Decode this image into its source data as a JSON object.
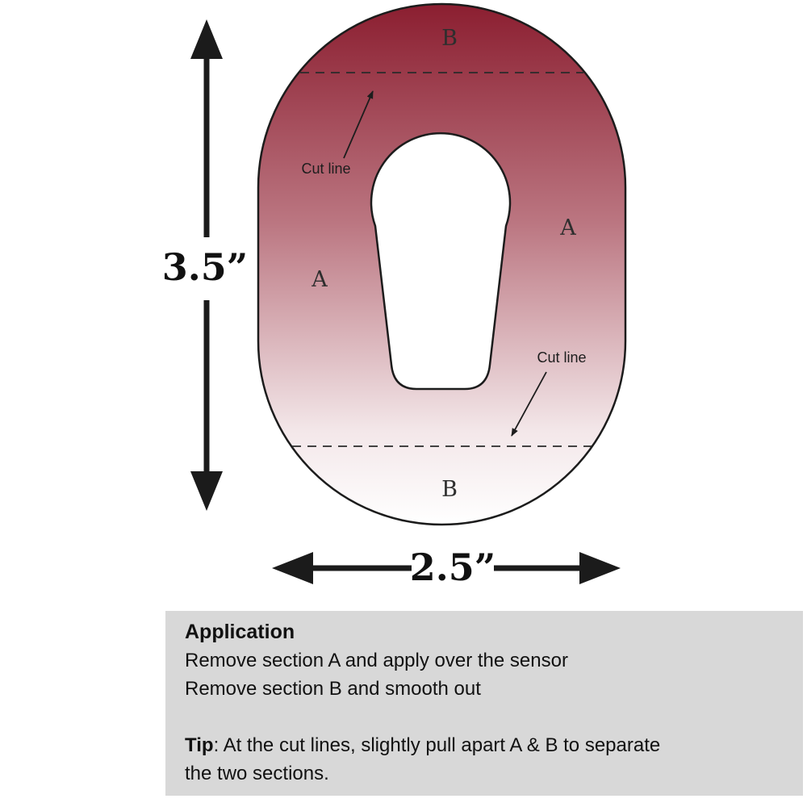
{
  "patch": {
    "label_b_top": "B",
    "label_a_left": "A",
    "label_a_right": "A",
    "label_b_bottom": "B",
    "cut_line_top_label": "Cut line",
    "cut_line_bottom_label": "Cut line"
  },
  "dimensions": {
    "height_label": "3.5”",
    "width_label": "2.5”"
  },
  "info_box": {
    "title": "Application",
    "line1": "Remove section A and apply over the sensor",
    "line2": "Remove section B and smooth out",
    "tip_label": "Tip",
    "tip_text": ": At the cut lines, slightly pull apart A & B to separate the two sections."
  },
  "colors": {
    "patch_top": "#8b1e30",
    "patch_upper_mid": "#bb7681",
    "patch_lower_mid": "#f3e7e9",
    "patch_bottom": "#ffffff",
    "outline": "#1c1c1c",
    "info_box_bg": "#d8d8d8",
    "annotation": "#1d1d1d"
  }
}
